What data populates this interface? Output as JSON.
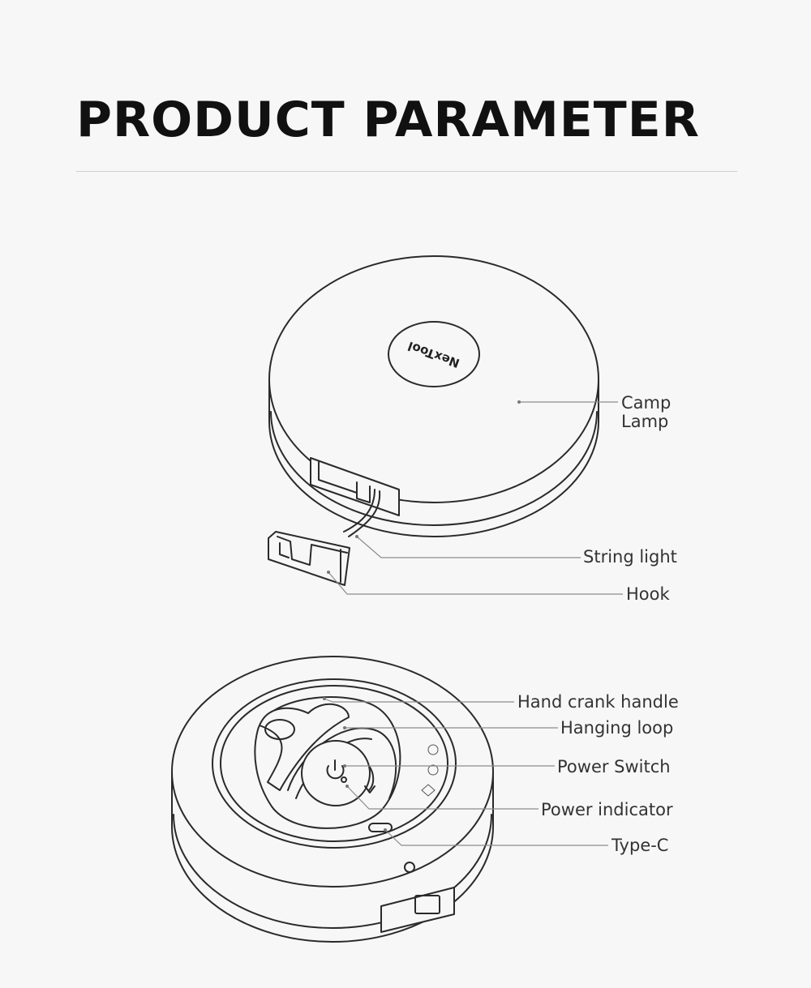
{
  "page": {
    "title": "PRODUCT PARAMETER"
  },
  "product": {
    "brand_logo_text": "NexTool"
  },
  "callouts": {
    "camp_lamp_line1": "Camp",
    "camp_lamp_line2": "Lamp",
    "string_light": "String light",
    "hook": "Hook",
    "hand_crank_handle": "Hand crank handle",
    "hanging_loop": "Hanging loop",
    "power_switch": "Power Switch",
    "power_indicator": "Power indicator",
    "type_c": "Type-C"
  },
  "colors": {
    "background": "#f7f7f7",
    "outline": "#2a2a2a",
    "leader": "#8c8c8c",
    "text": "#333333"
  }
}
